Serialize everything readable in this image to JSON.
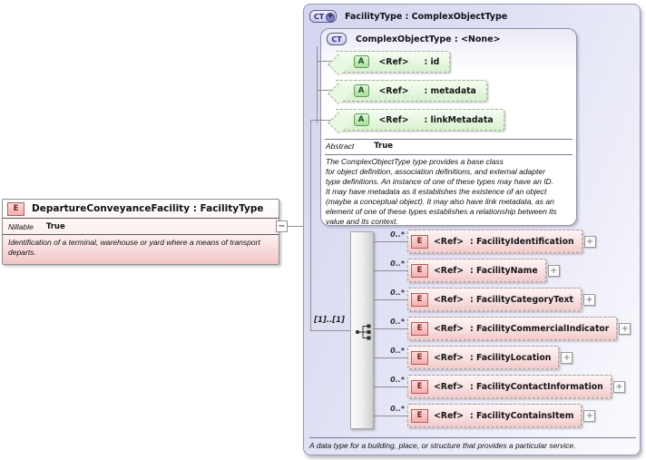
{
  "left_element": {
    "icon_letter": "E",
    "title": "DepartureConveyanceFacility : FacilityType",
    "prop_label": "Nillable",
    "prop_value": "True",
    "annotation": "Identification of a terminal, warehouse or yard where a means of transport\ndeparts."
  },
  "connector": {
    "collapse_glyph": "−"
  },
  "facility_type": {
    "icon_letter": "CT",
    "icon_plus": "+",
    "title": "FacilityType : ComplexObjectType",
    "annotation": "A data type for a building, place, or structure that provides a particular service.",
    "base_type": {
      "icon_letter": "CT",
      "title": "ComplexObjectType : <None>",
      "attributes": [
        {
          "icon_letter": "A",
          "ref": "<Ref>",
          "name": ": id"
        },
        {
          "icon_letter": "A",
          "ref": "<Ref>",
          "name": ": metadata"
        },
        {
          "icon_letter": "A",
          "ref": "<Ref>",
          "name": ": linkMetadata"
        }
      ],
      "prop_label": "Abstract",
      "prop_value": "True",
      "annotation": "The ComplexObjectType type provides a base class\nfor object definition, association definitions, and external adapter\ntype definitions. An instance of one of these types may have an ID.\nIt may have metadata as it establishes the existence of an object\n(maybe a conceptual object). It may also have link metadata, as an\nelement of one of these types establishes a relationship between its\nvalue and its context."
    },
    "compositor": {
      "occurs_label": "[1]..[1]"
    },
    "children": [
      {
        "icon_letter": "E",
        "cardinality": "0..*",
        "ref": "<Ref>",
        "name": ": FacilityIdentification",
        "expand_glyph": "+"
      },
      {
        "icon_letter": "E",
        "cardinality": "0..*",
        "ref": "<Ref>",
        "name": ": FacilityName",
        "expand_glyph": "+"
      },
      {
        "icon_letter": "E",
        "cardinality": "0..*",
        "ref": "<Ref>",
        "name": ": FacilityCategoryText",
        "expand_glyph": "+"
      },
      {
        "icon_letter": "E",
        "cardinality": "0..*",
        "ref": "<Ref>",
        "name": ": FacilityCommercialIndicator",
        "expand_glyph": "+"
      },
      {
        "icon_letter": "E",
        "cardinality": "0..*",
        "ref": "<Ref>",
        "name": ": FacilityLocation",
        "expand_glyph": "+"
      },
      {
        "icon_letter": "E",
        "cardinality": "0..*",
        "ref": "<Ref>",
        "name": ": FacilityContactInformation",
        "expand_glyph": "+"
      },
      {
        "icon_letter": "E",
        "cardinality": "0..*",
        "ref": "<Ref>",
        "name": ": FacilityContainsItem",
        "expand_glyph": "+"
      }
    ]
  },
  "colors": {
    "element_pink": "#f3caca",
    "attribute_green": "#d7f1cf",
    "container_lavender": "#d4d5ef",
    "line_gray": "#8f8f8f"
  }
}
